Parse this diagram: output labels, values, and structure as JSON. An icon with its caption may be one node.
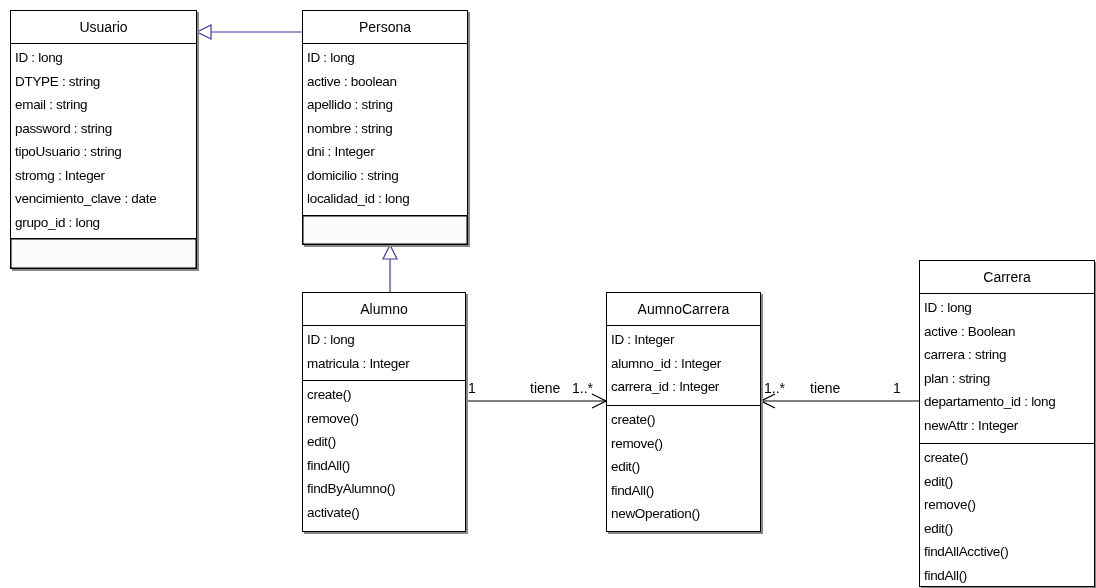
{
  "diagram": {
    "nodes": [
      {
        "text": [
          "Usuario"
        ]
      },
      {
        "text": [
          "ID : long",
          "DTYPE : string",
          "email : string",
          "password : string",
          "tipoUsuario : string",
          "stromg : Integer",
          "vencimiento_clave : date",
          "grupo_id : long"
        ],
        "in": 0
      },
      {
        "text": [],
        "shape": "box",
        "in": 0
      },
      {
        "text": [
          "Persona"
        ]
      },
      {
        "text": [
          "ID : long",
          "active : boolean",
          "apellido : string",
          "nombre : string",
          "dni : Integer",
          "domicilio : string",
          "localidad_id : long"
        ],
        "in": 3
      },
      {
        "text": [],
        "shape": "box",
        "in": 3
      },
      {
        "text": [
          "Alumno"
        ]
      },
      {
        "text": [
          "ID : long",
          "matricula : Integer"
        ],
        "in": 6
      },
      {
        "text": [
          "create()",
          "remove()",
          "edit()",
          "findAll()",
          "findByAlumno()",
          "activate()"
        ],
        "in": 6
      },
      {
        "text": [
          "AumnoCarrera"
        ]
      },
      {
        "text": [
          "ID : Integer",
          "alumno_id : Integer",
          "carrera_id : Integer"
        ],
        "in": 9
      },
      {
        "text": [
          "create()",
          "remove()",
          "edit()",
          "findAll()",
          "newOperation()"
        ],
        "in": 9
      },
      {
        "text": [
          "Carrera"
        ]
      },
      {
        "text": [
          "ID : long",
          "active : Boolean",
          "carrera : string",
          "plan : string",
          "departamento_id : long",
          "newAttr : Integer"
        ],
        "in": 12
      },
      {
        "text": [
          "create()",
          "edit()",
          "remove()",
          "edit()",
          "findAllAcctive()",
          "findAll()"
        ],
        "in": 12
      }
    ],
    "edges": [
      {
        "from": 3,
        "to": 0,
        "arrow": "to",
        "color": "#3a3aa8"
      },
      {
        "from": 6,
        "to": 3,
        "arrow": "to",
        "color": "#3a3aa8"
      },
      {
        "from": 6,
        "to": 9,
        "arrow": "to",
        "label": "tiene",
        "color": "#000000"
      },
      {
        "from": 12,
        "to": 9,
        "arrow": "to",
        "label": "tiene",
        "color": "#000000"
      }
    ],
    "labels": [
      "1",
      "1..*",
      "1..*",
      "1"
    ]
  }
}
